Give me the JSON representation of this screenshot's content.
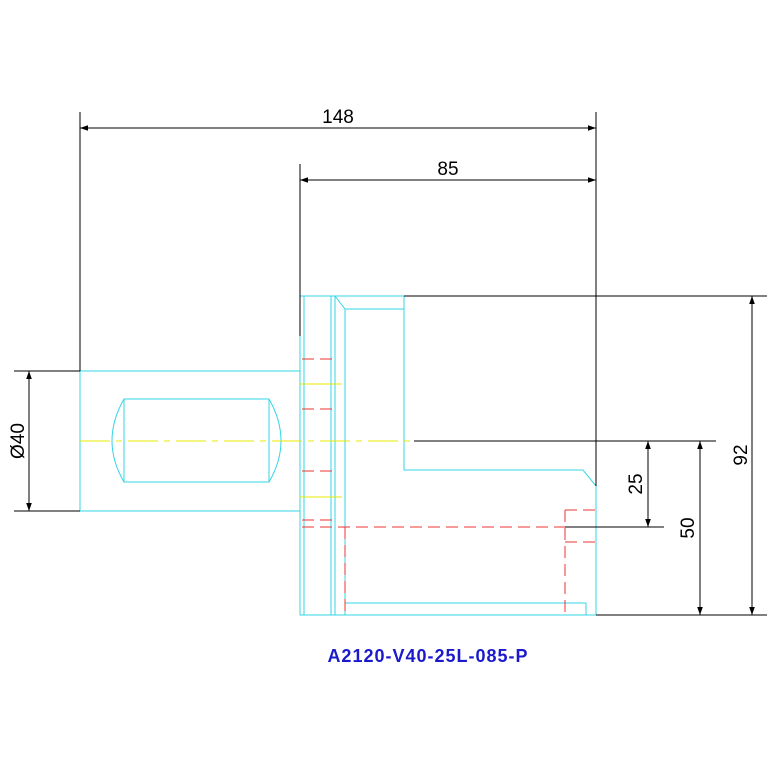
{
  "dimensions": {
    "overall_length": "148",
    "flange_offset": "85",
    "shaft_diameter": "Ø40",
    "total_height": "92",
    "offset_50": "50",
    "offset_25": "25"
  },
  "part_number": "A2120-V40-25L-085-P",
  "colors": {
    "outline": "#33d6e6",
    "dimension": "#000000",
    "hidden": "#ee3333",
    "center": "#e8e800",
    "label": "#1a1acc"
  }
}
